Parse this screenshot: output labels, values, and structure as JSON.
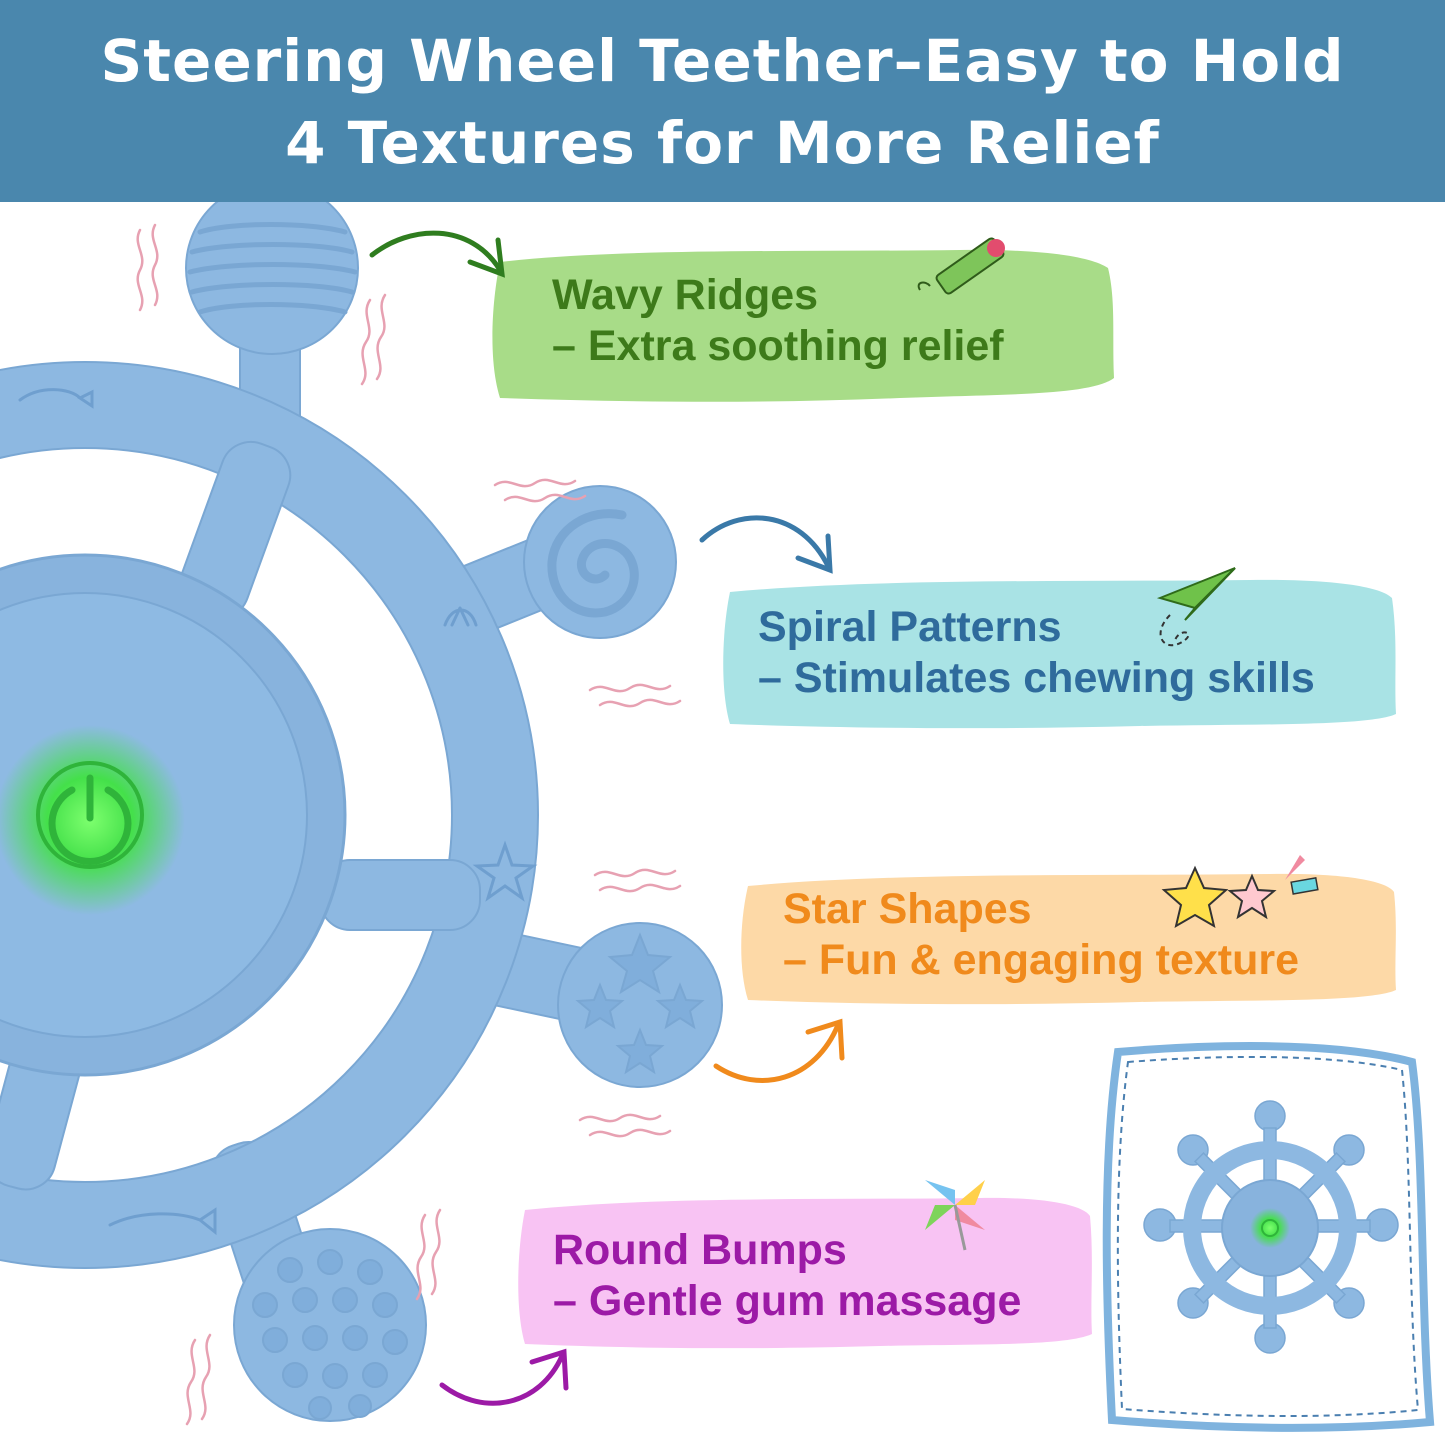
{
  "header": {
    "line1": "Steering Wheel Teether–Easy to Hold",
    "line2": "4 Textures for More Relief"
  },
  "features": [
    {
      "title": "Wavy Ridges",
      "desc": "– Extra soothing relief",
      "bg_color": "#a8dc88",
      "text_color": "#3d7a1a",
      "icon": "pencil-icon"
    },
    {
      "title": "Spiral Patterns",
      "desc": "– Stimulates chewing skills",
      "bg_color": "#a9e3e5",
      "text_color": "#2f6b9c",
      "icon": "paper-plane-icon"
    },
    {
      "title": "Star Shapes",
      "desc": "– Fun & engaging texture",
      "bg_color": "#fdd9a7",
      "text_color": "#f08a1c",
      "icon": "stars-icon"
    },
    {
      "title": "Round Bumps",
      "desc": "– Gentle gum massage",
      "bg_color": "#f8c3f3",
      "text_color": "#9c1aa6",
      "icon": "pinwheel-icon"
    }
  ],
  "colors": {
    "header_bg": "#4a87ad",
    "teether_blue": "#8db8e1",
    "power_glow": "#44e04a"
  }
}
